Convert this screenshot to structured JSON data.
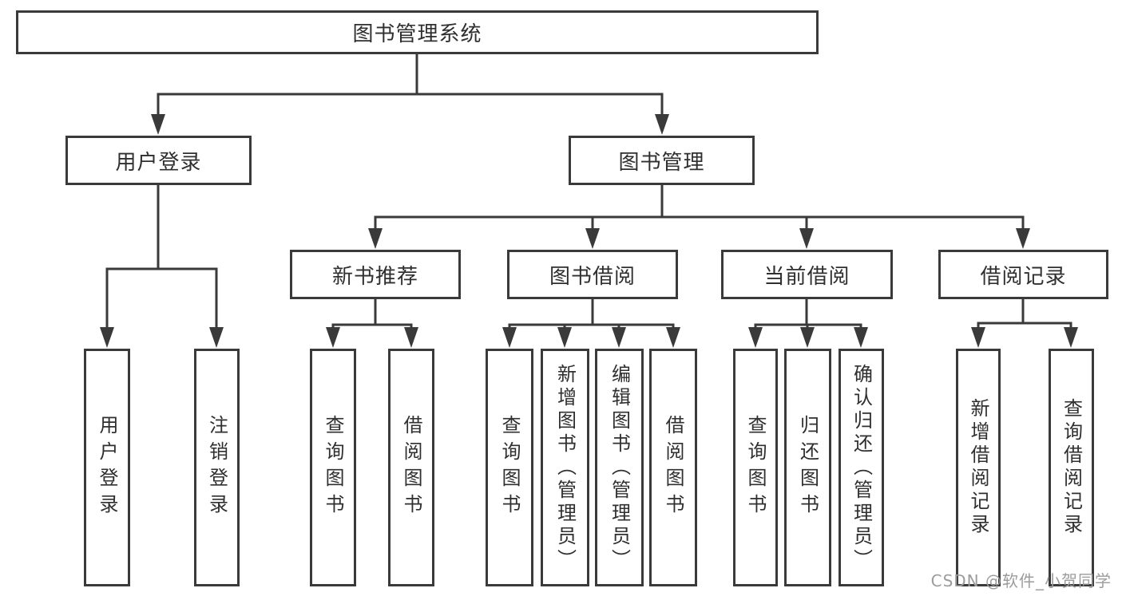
{
  "tree": {
    "label": "图书管理系统",
    "children": [
      {
        "label": "用户登录",
        "children": [
          {
            "label": "用户登录"
          },
          {
            "label": "注销登录"
          }
        ]
      },
      {
        "label": "图书管理",
        "children": [
          {
            "label": "新书推荐",
            "children": [
              {
                "label": "查询图书"
              },
              {
                "label": "借阅图书"
              }
            ]
          },
          {
            "label": "图书借阅",
            "children": [
              {
                "label": "查询图书"
              },
              {
                "label": "新增图书（管理员）"
              },
              {
                "label": "编辑图书（管理员）"
              },
              {
                "label": "借阅图书"
              }
            ]
          },
          {
            "label": "当前借阅",
            "children": [
              {
                "label": "查询图书"
              },
              {
                "label": "归还图书"
              },
              {
                "label": "确认归还（管理员）"
              }
            ]
          },
          {
            "label": "借阅记录",
            "children": [
              {
                "label": "新增借阅记录"
              },
              {
                "label": "查询借阅记录"
              }
            ]
          }
        ]
      }
    ]
  },
  "watermark": {
    "text": "CSDN @软件_小贺同学"
  },
  "colors": {
    "line": "#3a3a3a",
    "text": "#2f2f2f",
    "watermark": "#9c9c9c",
    "background": "#ffffff"
  }
}
